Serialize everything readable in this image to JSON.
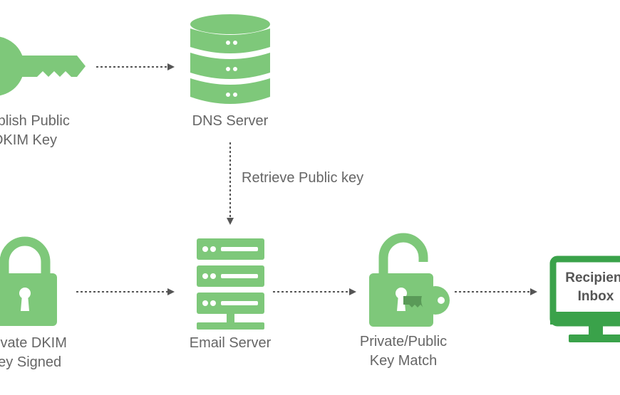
{
  "nodes": {
    "publish_key": {
      "line1": "Publish Public",
      "line2": "DKIM Key",
      "icon": "key-icon"
    },
    "dns_server": {
      "label": "DNS Server",
      "icon": "database-icon"
    },
    "private_key": {
      "line1": "Private DKIM",
      "line2": "Key Signed",
      "icon": "padlock-closed-icon"
    },
    "email_server": {
      "label": "Email Server",
      "icon": "server-rack-icon"
    },
    "key_match": {
      "line1": "Private/Public",
      "line2": "Key Match",
      "icon": "padlock-open-key-icon"
    },
    "recipient": {
      "line1": "Recipient",
      "line2": "Inbox",
      "icon": "monitor-icon"
    }
  },
  "edges": {
    "retrieve_label": "Retrieve Public key"
  },
  "colors": {
    "icon_green": "#7ec87a",
    "monitor_green": "#3aa24a",
    "key_dark": "#5a9a58",
    "arrow": "#555555",
    "text": "#666666"
  }
}
